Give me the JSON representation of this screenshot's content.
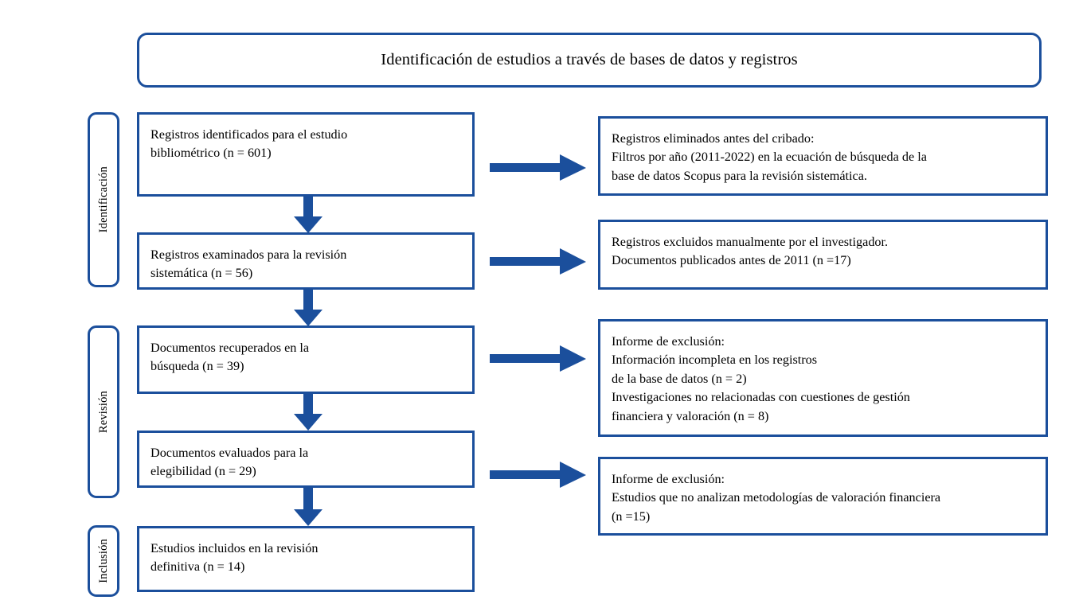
{
  "diagram": {
    "type": "prisma-flow-diagram",
    "language": "es",
    "accent_color": "#1b4f9c",
    "background_color": "#ffffff",
    "text_color": "#000000",
    "title": "Identificación de estudios a través de bases de datos y registros",
    "stages": [
      {
        "id": "identificacion",
        "label": "Identificación"
      },
      {
        "id": "revision",
        "label": "Revisión"
      },
      {
        "id": "inclusion",
        "label": "Inclusión"
      }
    ],
    "flow_boxes": [
      {
        "id": "registros-identificados",
        "stage": "identificacion",
        "text": "Registros identificados para el estudio\nbibliométrico (n = 601)",
        "n": 601
      },
      {
        "id": "registros-examinados",
        "stage": "identificacion",
        "text": "Registros examinados para la revisión\nsistemática (n = 56)",
        "n": 56
      },
      {
        "id": "documentos-recuperados",
        "stage": "revision",
        "text": "Documentos recuperados en la\nbúsqueda (n = 39)",
        "n": 39
      },
      {
        "id": "documentos-evaluados",
        "stage": "revision",
        "text": "Documentos evaluados para la\nelegibilidad (n = 29)",
        "n": 29
      },
      {
        "id": "estudios-incluidos",
        "stage": "inclusion",
        "text": "Estudios incluidos en la revisión\ndefinitiva (n = 14)",
        "n": 14
      }
    ],
    "exclusion_boxes": [
      {
        "id": "registros-eliminados",
        "text": "Registros eliminados antes del cribado:\nFiltros por año (2011-2022) en la ecuación de búsqueda de la\nbase de datos Scopus para la revisión sistemática."
      },
      {
        "id": "registros-excluidos",
        "text": "Registros excluidos manualmente por el investigador.\nDocumentos publicados antes de 2011 (n =17)",
        "n": 17
      },
      {
        "id": "informe-exclusion-1",
        "text": "Informe de exclusión:\nInformación incompleta en los registros\nde la base de datos (n = 2)\nInvestigaciones no relacionadas con cuestiones de gestión\nfinanciera y valoración (n = 8)",
        "n_values": [
          2,
          8
        ]
      },
      {
        "id": "informe-exclusion-2",
        "text": "Informe de exclusión:\nEstudios que no analizan metodologías de valoración financiera\n(n =15)",
        "n": 15
      }
    ],
    "arrows": {
      "vertical_count": 4,
      "horizontal_count": 4,
      "direction_vertical": "down",
      "direction_horizontal": "right"
    }
  }
}
